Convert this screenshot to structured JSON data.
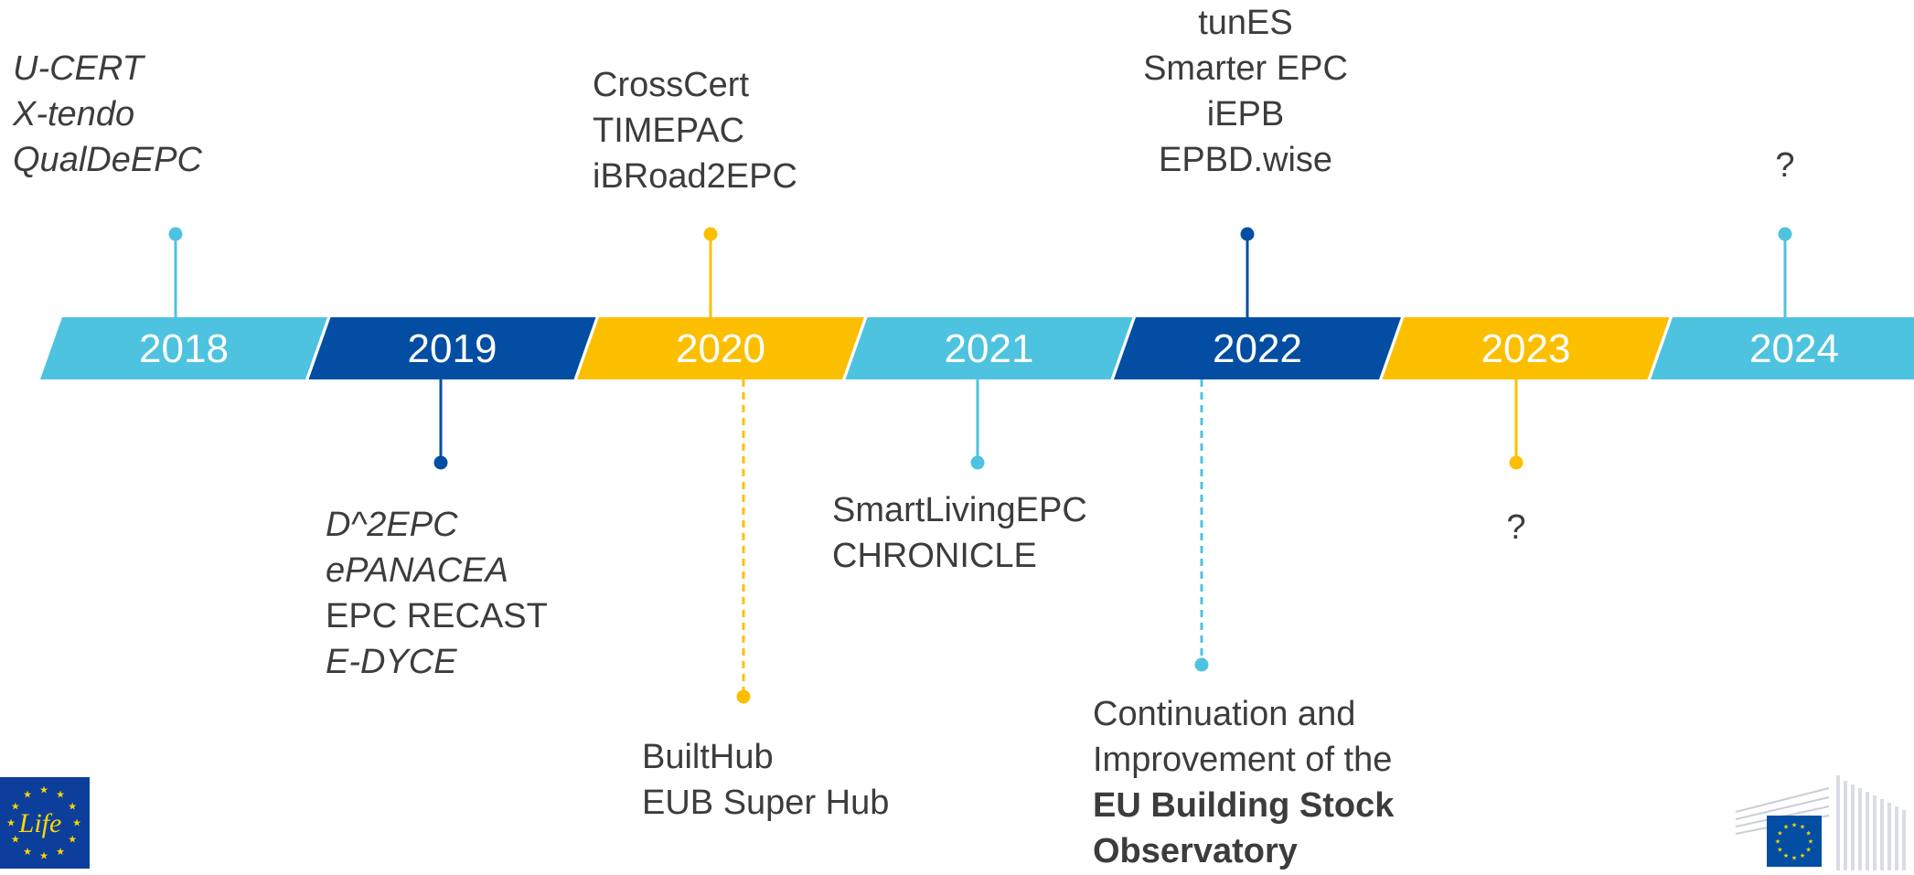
{
  "colors": {
    "light_blue": "#4ec3e0",
    "dark_blue": "#034ea2",
    "yellow": "#fcbf00",
    "text": "#3c3c3c",
    "white": "#ffffff"
  },
  "years": [
    {
      "label": "2018",
      "color": "#4ec3e0"
    },
    {
      "label": "2019",
      "color": "#034ea2"
    },
    {
      "label": "2020",
      "color": "#fcbf00"
    },
    {
      "label": "2021",
      "color": "#4ec3e0"
    },
    {
      "label": "2022",
      "color": "#034ea2"
    },
    {
      "label": "2023",
      "color": "#fcbf00"
    },
    {
      "label": "2024",
      "color": "#4ec3e0"
    }
  ],
  "projects": {
    "2018": [
      "U-CERT",
      "X-tendo",
      "QualDeEPC"
    ],
    "2019": [
      "D^2EPC",
      "ePANACEA",
      "EPC RECAST",
      "E-DYCE"
    ],
    "2020_top": [
      "CrossCert",
      "TIMEPAC",
      "iBRoad2EPC"
    ],
    "2020_bottom": [
      "BuiltHub",
      "EUB Super Hub"
    ],
    "2021": [
      "SmartLivingEPC",
      "CHRONICLE"
    ],
    "2022_top": [
      "tunES",
      "Smarter EPC",
      "iEPB",
      "EPBD.wise"
    ],
    "2022_bottom": {
      "line1": "Continuation and",
      "line2": "Improvement of the",
      "line3": "EU Building Stock",
      "line4": "Observatory"
    },
    "2023": [
      "?"
    ],
    "2024": [
      "?"
    ]
  },
  "logos": {
    "life": "Life",
    "life_icon": "eu-life-logo-icon",
    "ec_icon": "european-commission-logo-icon"
  }
}
